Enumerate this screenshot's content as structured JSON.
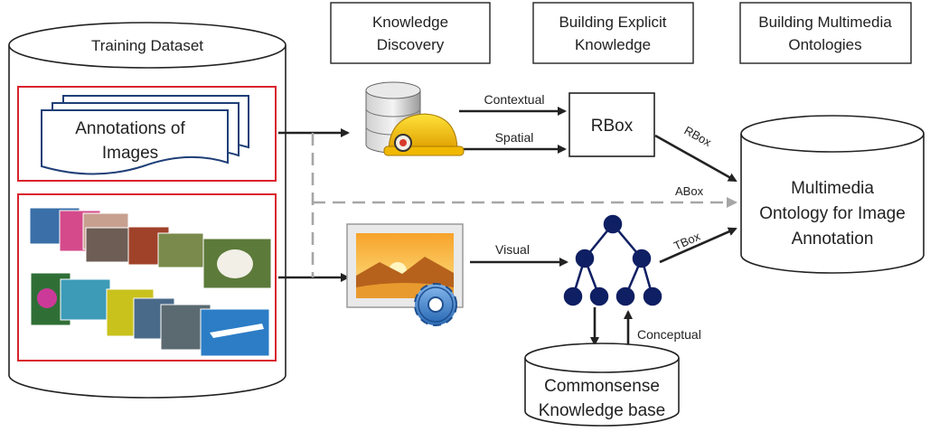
{
  "stage_headers": [
    {
      "line1": "Knowledge",
      "line2": "Discovery"
    },
    {
      "line1": "Building Explicit",
      "line2": "Knowledge"
    },
    {
      "line1": "Building Multimedia",
      "line2": "Ontologies"
    }
  ],
  "training_dataset": {
    "title": "Training Dataset",
    "annotations_line1": "Annotations of",
    "annotations_line2": "Images"
  },
  "rbox_label": "RBox",
  "edge_labels": {
    "contextual": "Contextual",
    "spatial": "Spatial",
    "visual": "Visual",
    "conceptual": "Conceptual",
    "rbox": "RBox",
    "abox": "ABox",
    "tbox": "TBox"
  },
  "ontology": {
    "line1": "Multimedia",
    "line2": "Ontology for Image",
    "line3": "Annotation"
  },
  "knowledge_base": {
    "line1": "Commonsense",
    "line2": "Knowledge base"
  },
  "colors": {
    "red_frame": "#d9232d",
    "doc_stroke": "#1f3f77",
    "tree_node": "#0f1f63",
    "dashed_arrow": "#a6a6a6"
  },
  "icons": [
    "database-mining-icon",
    "image-settings-icon",
    "concept-tree-icon",
    "photo-collage"
  ]
}
